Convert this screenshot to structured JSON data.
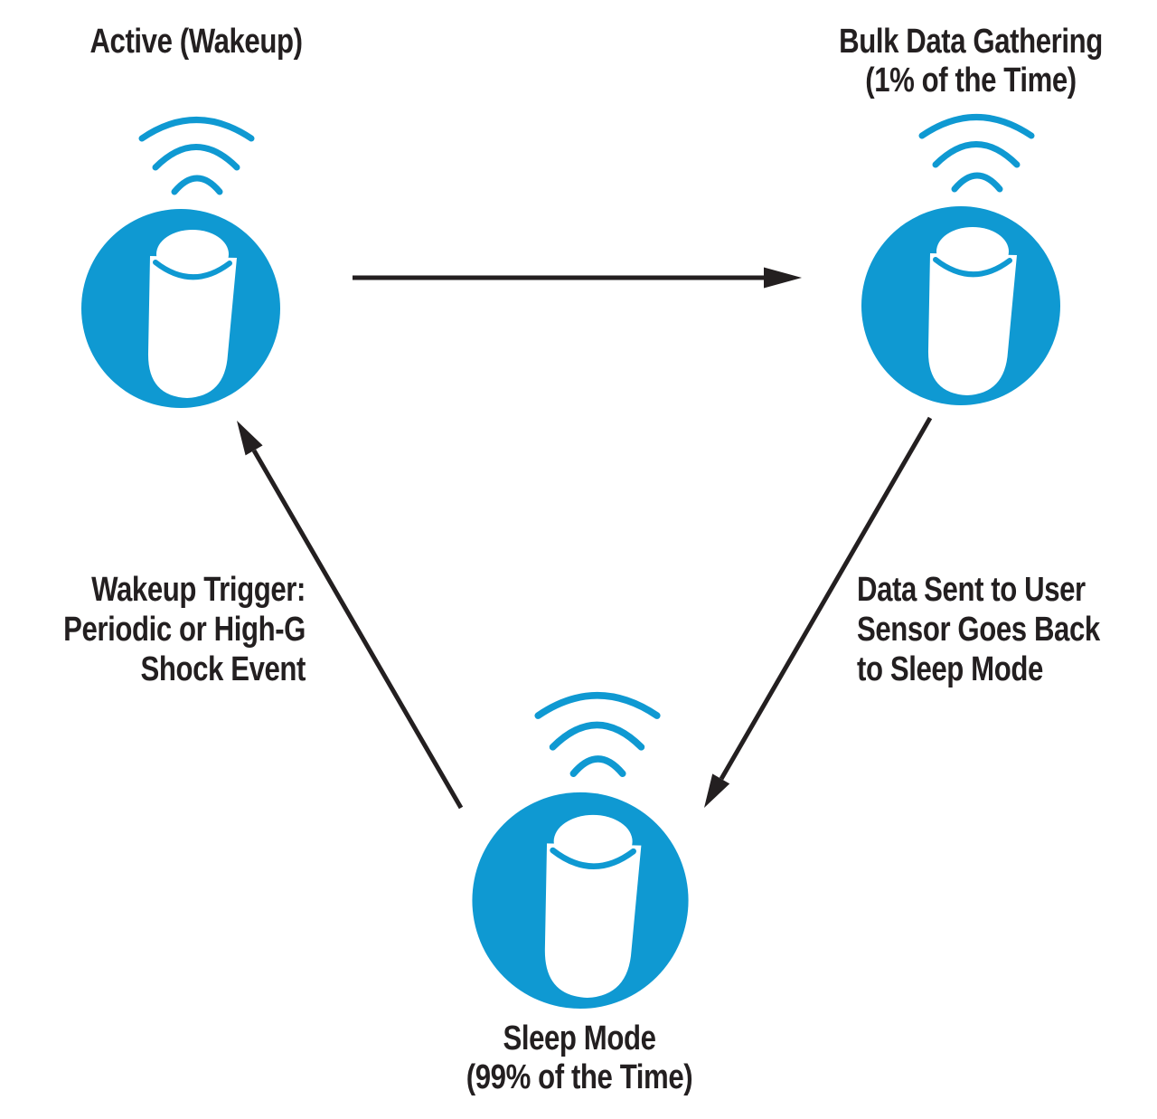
{
  "colors": {
    "accent": "#0f99d2",
    "ink": "#231f20",
    "background": "#ffffff"
  },
  "icons": {
    "sensor": "sensor-broadcast-icon",
    "waves": "signal-waves-icon"
  },
  "nodes": {
    "active": {
      "line1": "Active (Wakeup)"
    },
    "bulk": {
      "line1": "Bulk Data Gathering",
      "line2": "(1% of the Time)"
    },
    "sleep": {
      "line1": "Sleep Mode",
      "line2": "(99% of the Time)"
    }
  },
  "edges": {
    "wakeup_trigger": {
      "from": "sleep",
      "to": "active",
      "line1": "Wakeup Trigger:",
      "line2": "Periodic or High-G",
      "line3": "Shock Event"
    },
    "active_to_bulk": {
      "from": "active",
      "to": "bulk"
    },
    "data_sent": {
      "from": "bulk",
      "to": "sleep",
      "line1": "Data Sent to User",
      "line2": "Sensor Goes Back",
      "line3": "to Sleep Mode"
    }
  }
}
